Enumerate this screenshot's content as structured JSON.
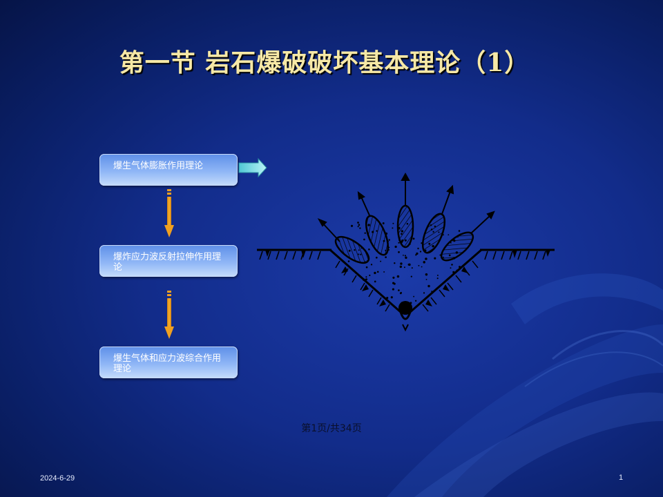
{
  "slide": {
    "title": "第一节  岩石爆破破坏基本理论（1）",
    "boxes": [
      {
        "label": "爆生气体膨胀作用理论"
      },
      {
        "label": " 爆炸应力波反射拉伸作用理论"
      },
      {
        "label": "爆生气体和应力波综合作用理论"
      }
    ],
    "page_indicator": "第1页/共34页",
    "footer_date": "2024-6-29",
    "slide_number": "1"
  },
  "colors": {
    "background": "#122c8a",
    "title": "#f6e8a6",
    "box_fill": "#8fb6f6",
    "arrow_orange": "#f0a020",
    "right_arrow": "#8fe3e8"
  },
  "icons": [
    "right-arrow-icon",
    "down-arrow-icon",
    "blast-crater-diagram"
  ]
}
